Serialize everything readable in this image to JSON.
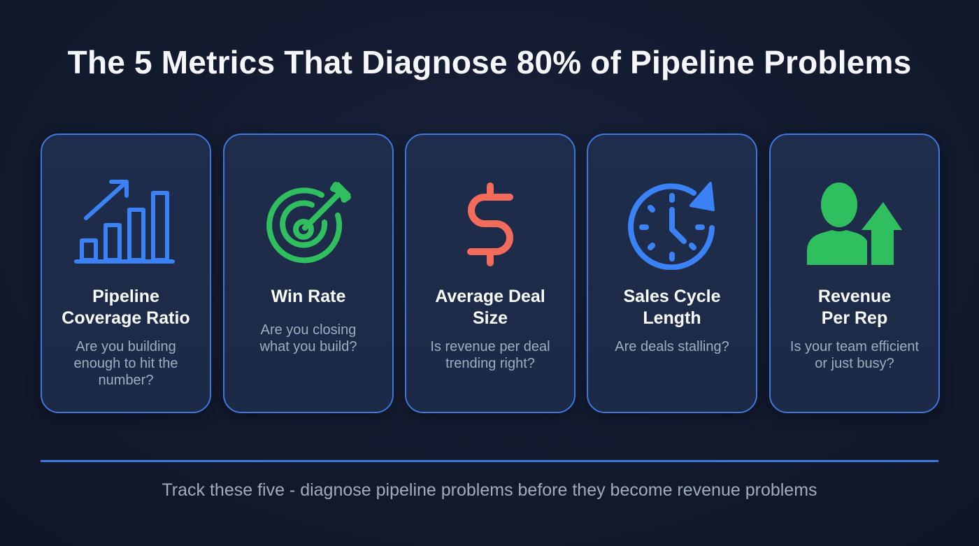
{
  "title": "The 5 Metrics That Diagnose 80% of Pipeline Problems",
  "colors": {
    "background": "#121a2e",
    "card_background": "#1e2c4a",
    "card_border": "#3f78dc",
    "blue": "#3b82f6",
    "green": "#2fbf5f",
    "coral": "#f26b5b",
    "muted_text": "#a2acbf"
  },
  "cards": [
    {
      "icon": "bar-chart-trend-up-icon",
      "icon_color": "#3b82f6",
      "title_line1": "Pipeline",
      "title_line2": "Coverage Ratio",
      "description_line1": "Are you building",
      "description_line2": "enough to hit the",
      "description_line3": "number?"
    },
    {
      "icon": "target-arrow-icon",
      "icon_color": "#2fbf5f",
      "title_line1": "Win Rate",
      "title_line2": "",
      "description_line1": "Are you closing",
      "description_line2": "what you build?",
      "description_line3": ""
    },
    {
      "icon": "dollar-sign-icon",
      "icon_color": "#f26b5b",
      "title_line1": "Average Deal",
      "title_line2": "Size",
      "description_line1": "Is revenue per deal",
      "description_line2": "trending right?",
      "description_line3": ""
    },
    {
      "icon": "clock-cycle-icon",
      "icon_color": "#3b82f6",
      "title_line1": "Sales Cycle",
      "title_line2": "Length",
      "description_line1": "Are deals stalling?",
      "description_line2": "",
      "description_line3": ""
    },
    {
      "icon": "user-arrow-up-icon",
      "icon_color": "#2fbf5f",
      "title_line1": "Revenue",
      "title_line2": "Per Rep",
      "description_line1": "Is your team efficient",
      "description_line2": "or just busy?",
      "description_line3": ""
    }
  ],
  "footer": "Track these five - diagnose pipeline problems before they become revenue problems"
}
